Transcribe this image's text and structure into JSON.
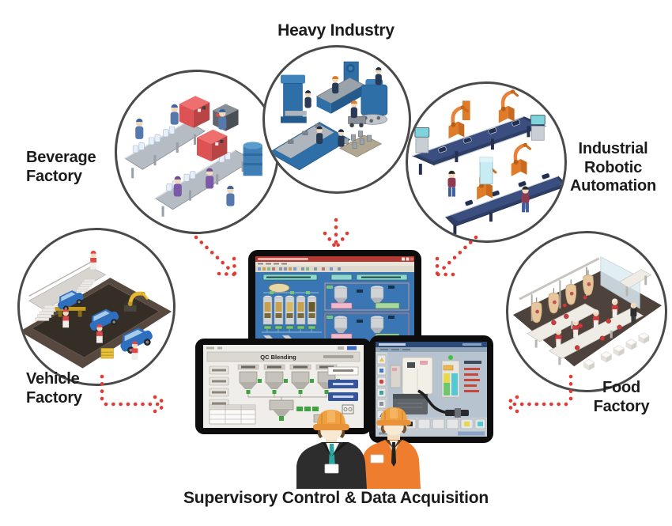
{
  "labels": {
    "heavy": "Heavy Industry",
    "beverage": [
      "Beverage",
      "Factory"
    ],
    "robotic": [
      "Industrial",
      "Robotic",
      "Automation"
    ],
    "vehicle": [
      "Vehicle",
      "Factory"
    ],
    "food": [
      "Food",
      "Factory"
    ],
    "caption": "Supervisory Control & Data Acquisition"
  },
  "screens": {
    "left_tablet": {
      "title": "QC Blending"
    }
  },
  "colors": {
    "arrow_red": "#e23a35",
    "circle_border": "#4a4a4a",
    "bezel_black": "#0d0d0d",
    "hmi_blue": "#3b76b4",
    "hardhat_orange": "#e8973a",
    "suit_dark": "#2d2d2d",
    "jacket_orange": "#ee7e2e",
    "tie_teal": "#2ca8a2"
  }
}
